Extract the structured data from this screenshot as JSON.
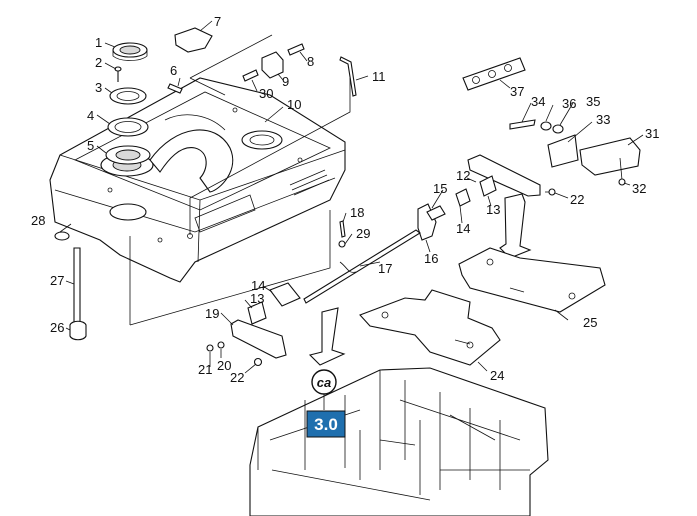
{
  "diagram": {
    "section_badge": "3.0",
    "ca_mark": "ca",
    "badge_color": "#1f6fae",
    "callouts": [
      "1",
      "2",
      "3",
      "4",
      "5",
      "6",
      "7",
      "8",
      "9",
      "10",
      "11",
      "12",
      "13",
      "13",
      "14",
      "14",
      "15",
      "16",
      "17",
      "18",
      "19",
      "20",
      "21",
      "22",
      "22",
      "24",
      "25",
      "26",
      "27",
      "28",
      "29",
      "30",
      "31",
      "32",
      "33",
      "34",
      "35",
      "36",
      "37"
    ]
  }
}
